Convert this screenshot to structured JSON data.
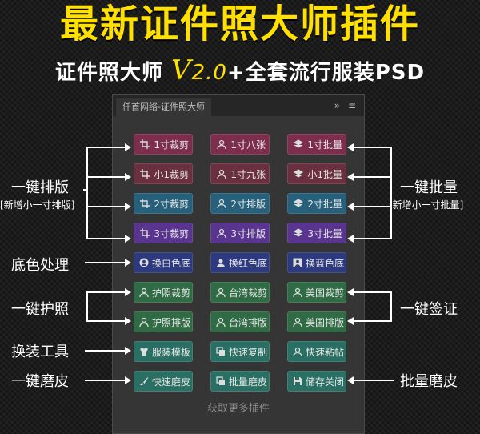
{
  "header": {
    "title": "最新证件照大师插件",
    "subtitle_pre": "证件照大师 ",
    "subtitle_v": "V",
    "subtitle_num": "2.0",
    "subtitle_post": "+全套流行服装PSD"
  },
  "panel": {
    "tab": "仟首网络-证件照大师",
    "ctrl_collapse": "»",
    "ctrl_menu": "≡",
    "more": "获取更多插件"
  },
  "buttons": {
    "r1c1": "1寸裁剪",
    "r1c2": "1寸八张",
    "r1c3": "1寸批量",
    "r2c1": "小1裁剪",
    "r2c2": "1寸九张",
    "r2c3": "小1批量",
    "r3c1": "2寸裁剪",
    "r3c2": "2寸排版",
    "r3c3": "2寸批量",
    "r4c1": "3寸裁剪",
    "r4c2": "3寸排版",
    "r4c3": "3寸批量",
    "r5c1": "换白色底",
    "r5c2": "换红色底",
    "r5c3": "换蓝色底",
    "r6c1": "护照裁剪",
    "r6c2": "台湾裁剪",
    "r6c3": "美国裁剪",
    "r7c1": "护照排版",
    "r7c2": "台湾排版",
    "r7c3": "美国排版",
    "r8c1": "服装模板",
    "r8c2": "快速复制",
    "r8c3": "快速粘帖",
    "r9c1": "快速磨皮",
    "r9c2": "批量磨皮",
    "r9c3": "储存关闭"
  },
  "labels": {
    "left_layout": "一键排版",
    "left_layout_note": "[新增小一寸排版]",
    "left_bg": "底色处理",
    "left_passport": "一键护照",
    "left_clothes": "换装工具",
    "left_skin": "一键磨皮",
    "right_batch": "一键批量",
    "right_batch_note": "[新增小一寸批量]",
    "right_visa": "一键签证",
    "right_skin": "批量磨皮"
  },
  "colors": {
    "title": "#ffe000",
    "panel_bg": "#353535",
    "crimson": "#7d2e4c",
    "teal": "#27607a",
    "purple": "#5a3590",
    "navy": "#2d3a80",
    "green": "#2f6b44",
    "seagreen": "#2a6f63"
  }
}
